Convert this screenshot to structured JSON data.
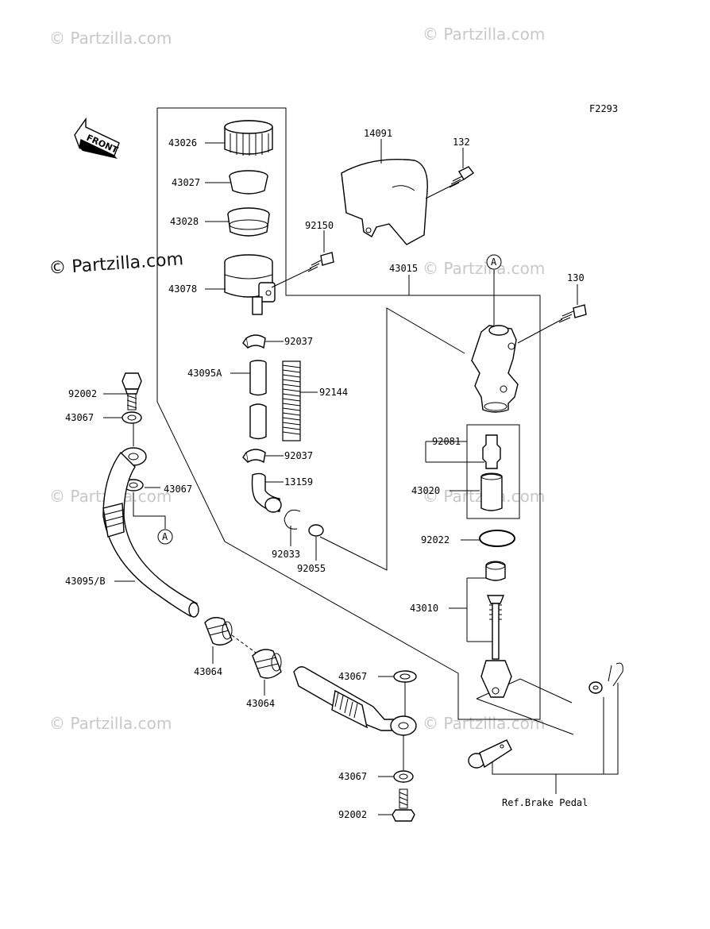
{
  "figure_code": "F2293",
  "front_label": "FRONT",
  "watermark": "© Partzilla.com",
  "callout_letter": "A",
  "reference_note": "Ref.Brake Pedal",
  "parts": {
    "p43026": "43026",
    "p43027": "43027",
    "p43028": "43028",
    "p43078": "43078",
    "p92037a": "92037",
    "p43095a": "43095A",
    "p92144": "92144",
    "p92037b": "92037",
    "p13159": "13159",
    "p92033": "92033",
    "p92055": "92055",
    "p14091": "14091",
    "p132": "132",
    "p92150": "92150",
    "p43015": "43015",
    "p130": "130",
    "p92081": "92081",
    "p43020": "43020",
    "p92022": "92022",
    "p43010": "43010",
    "p92002a": "92002",
    "p43067a": "43067",
    "p43067b": "43067",
    "p43095b": "43095/B",
    "p43064a": "43064",
    "p43064b": "43064",
    "p43067c": "43067",
    "p43067d": "43067",
    "p92002b": "92002"
  }
}
